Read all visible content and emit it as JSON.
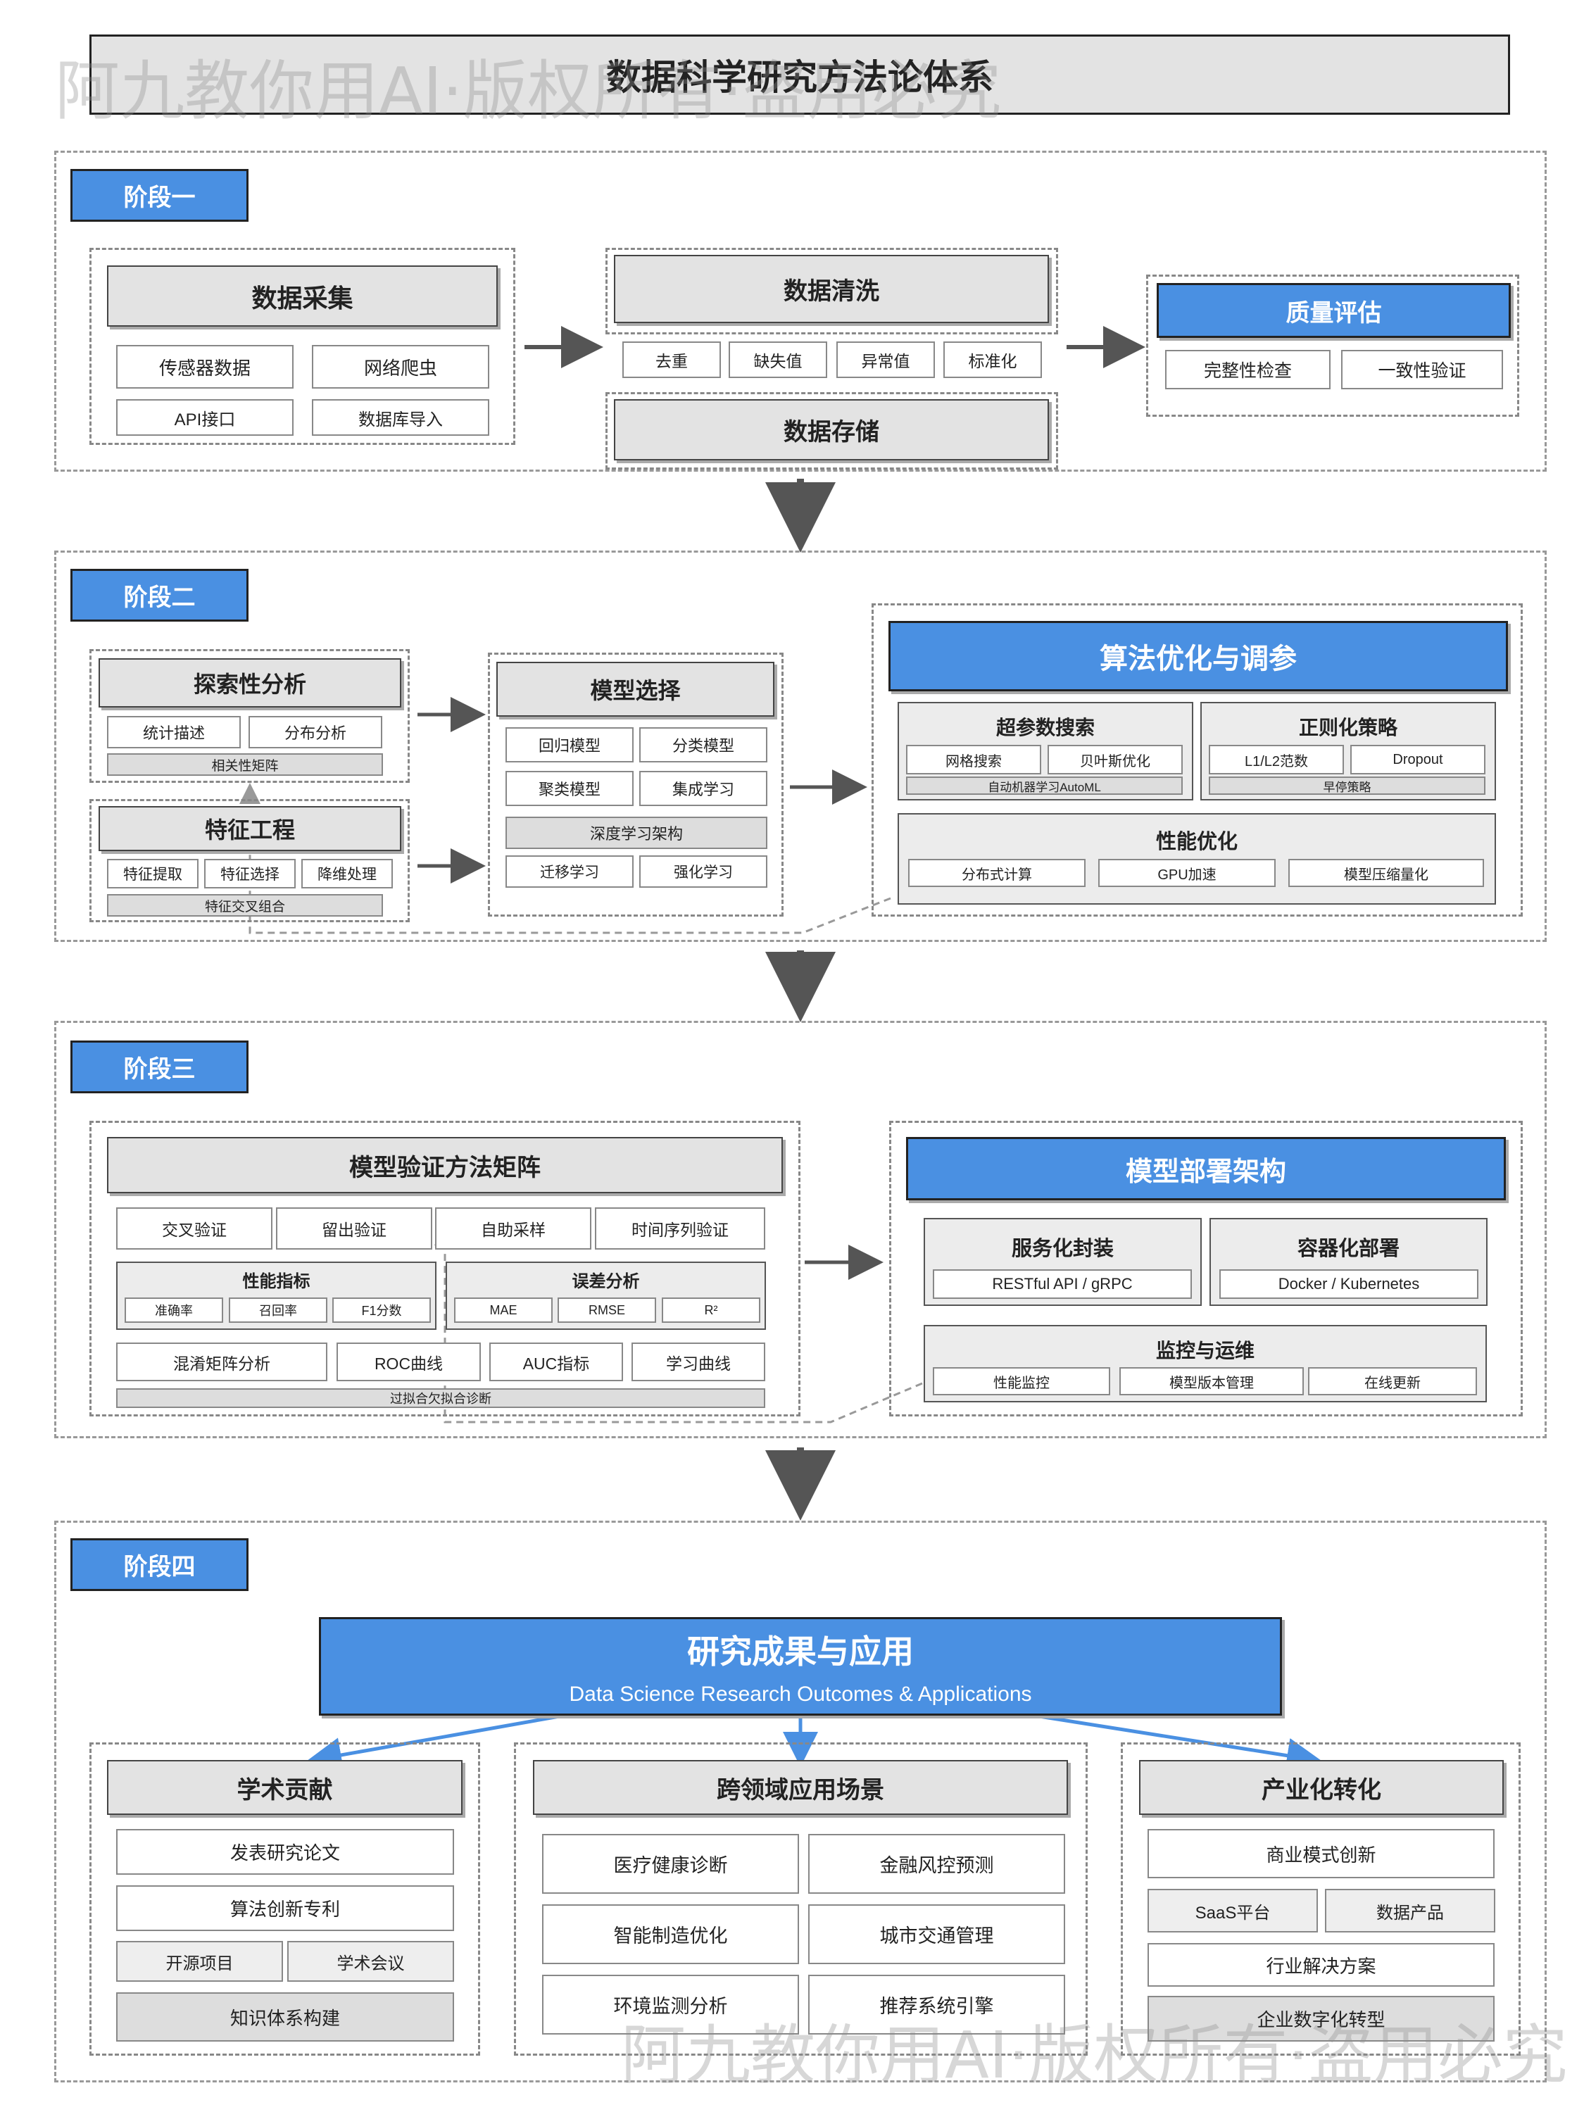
{
  "title": "数据科学研究方法论体系",
  "watermark": "阿九教你用AI·版权所有·盗用必究",
  "colors": {
    "accent": "#4a90e2",
    "panel": "#e3e3e3",
    "border": "#222222"
  },
  "stage1": {
    "label": "阶段一",
    "collect": {
      "title": "数据采集",
      "items": [
        "传感器数据",
        "网络爬虫",
        "API接口",
        "数据库导入"
      ]
    },
    "clean": {
      "title": "数据清洗",
      "items": [
        "去重",
        "缺失值",
        "异常值",
        "标准化"
      ]
    },
    "store": {
      "title": "数据存储"
    },
    "quality": {
      "title": "质量评估",
      "items": [
        "完整性检查",
        "一致性验证"
      ]
    }
  },
  "stage2": {
    "label": "阶段二",
    "eda": {
      "title": "探索性分析",
      "items": [
        "统计描述",
        "分布分析"
      ],
      "sub": "相关性矩阵"
    },
    "fe": {
      "title": "特征工程",
      "items": [
        "特征提取",
        "特征选择",
        "降维处理"
      ],
      "sub": "特征交叉组合"
    },
    "model": {
      "title": "模型选择",
      "items": [
        "回归模型",
        "分类模型",
        "聚类模型",
        "集成学习"
      ],
      "wide": "深度学习架构",
      "items2": [
        "迁移学习",
        "强化学习"
      ]
    },
    "algo": {
      "title": "算法优化与调参",
      "hyper": {
        "title": "超参数搜索",
        "items": [
          "网格搜索",
          "贝叶斯优化"
        ],
        "sub": "自动机器学习AutoML"
      },
      "reg": {
        "title": "正则化策略",
        "items": [
          "L1/L2范数",
          "Dropout"
        ],
        "sub": "早停策略"
      },
      "perf": {
        "title": "性能优化",
        "items": [
          "分布式计算",
          "GPU加速",
          "模型压缩量化"
        ]
      }
    }
  },
  "stage3": {
    "label": "阶段三",
    "valid": {
      "title": "模型验证方法矩阵",
      "row1": [
        "交叉验证",
        "留出验证",
        "自助采样",
        "时间序列验证"
      ],
      "metrics": {
        "title": "性能指标",
        "items": [
          "准确率",
          "召回率",
          "F1分数"
        ]
      },
      "errors": {
        "title": "误差分析",
        "items": [
          "MAE",
          "RMSE",
          "R²"
        ]
      },
      "row3": [
        "混淆矩阵分析",
        "ROC曲线",
        "AUC指标",
        "学习曲线"
      ],
      "sub": "过拟合欠拟合诊断"
    },
    "deploy": {
      "title": "模型部署架构",
      "svc": {
        "title": "服务化封装",
        "item": "RESTful API / gRPC"
      },
      "ctr": {
        "title": "容器化部署",
        "item": "Docker / Kubernetes"
      },
      "mon": {
        "title": "监控与运维",
        "items": [
          "性能监控",
          "模型版本管理",
          "在线更新"
        ]
      }
    }
  },
  "stage4": {
    "label": "阶段四",
    "main": {
      "title": "研究成果与应用",
      "subtitle": "Data Science Research Outcomes & Applications"
    },
    "academic": {
      "title": "学术贡献",
      "items": [
        "发表研究论文",
        "算法创新专利"
      ],
      "pair": [
        "开源项目",
        "学术会议"
      ],
      "last": "知识体系构建"
    },
    "cross": {
      "title": "跨领域应用场景",
      "items": [
        "医疗健康诊断",
        "金融风控预测",
        "智能制造优化",
        "城市交通管理",
        "环境监测分析",
        "推荐系统引擎"
      ]
    },
    "industry": {
      "title": "产业化转化",
      "items": [
        "商业模式创新"
      ],
      "pair": [
        "SaaS平台",
        "数据产品"
      ],
      "items2": [
        "行业解决方案",
        "企业数字化转型"
      ]
    }
  }
}
